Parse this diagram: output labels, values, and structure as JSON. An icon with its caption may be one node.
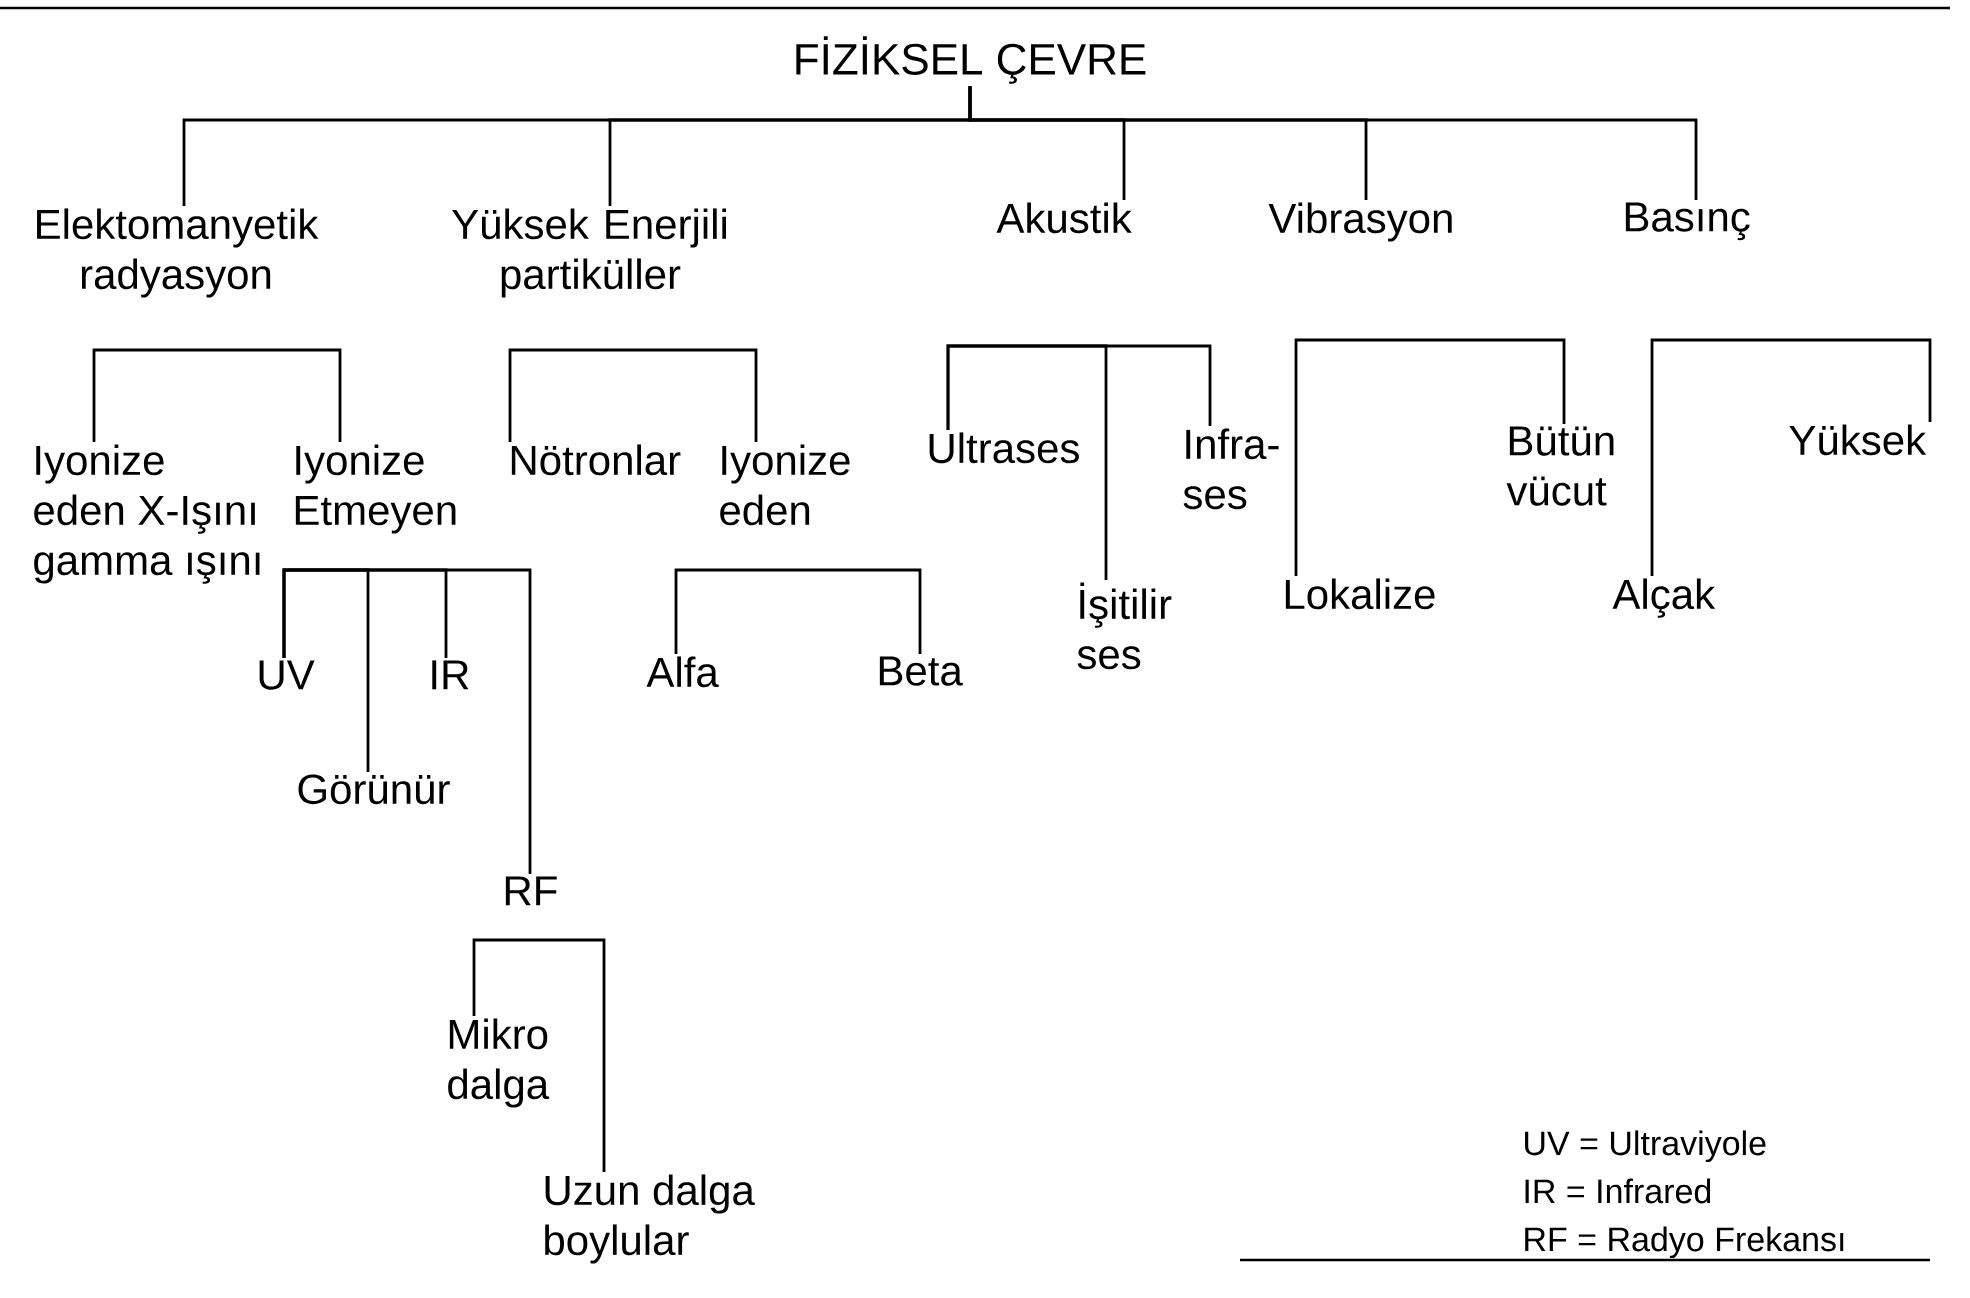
{
  "diagram": {
    "nodes": [
      {
        "text": [
          "FİZİKSEL ÇEVRE"
        ]
      },
      {
        "text": [
          "Elektomanyetik radyasyon"
        ]
      },
      {
        "text": [
          "Yüksek Enerjili partiküller"
        ]
      },
      {
        "text": [
          "Akustik"
        ]
      },
      {
        "text": [
          "Vibrasyon"
        ]
      },
      {
        "text": [
          "Basınç"
        ]
      },
      {
        "text": [
          "Iyonize eden X-Işını gamma ışını"
        ]
      },
      {
        "text": [
          "Iyonize Etmeyen"
        ]
      },
      {
        "text": [
          "Nötronlar"
        ]
      },
      {
        "text": [
          "Iyonize eden"
        ]
      },
      {
        "text": [
          "Ultrases"
        ]
      },
      {
        "text": [
          "İşitilir ses"
        ]
      },
      {
        "text": [
          "Infra-ses"
        ]
      },
      {
        "text": [
          "Bütün vücut"
        ]
      },
      {
        "text": [
          "Lokalize"
        ]
      },
      {
        "text": [
          "Yüksek"
        ]
      },
      {
        "text": [
          "Alçak"
        ]
      },
      {
        "text": [
          "UV"
        ]
      },
      {
        "text": [
          "Görünür"
        ]
      },
      {
        "text": [
          "IR"
        ]
      },
      {
        "text": [
          "RF"
        ]
      },
      {
        "text": [
          "Mikro dalga"
        ]
      },
      {
        "text": [
          "Uzun dalga boylular"
        ]
      },
      {
        "text": [
          "Alfa"
        ]
      },
      {
        "text": [
          "Beta"
        ]
      }
    ],
    "edges": [
      {
        "from": 0,
        "to": 1,
        "arrow": "none"
      },
      {
        "from": 0,
        "to": 2,
        "arrow": "none"
      },
      {
        "from": 0,
        "to": 3,
        "arrow": "none"
      },
      {
        "from": 0,
        "to": 4,
        "arrow": "none"
      },
      {
        "from": 0,
        "to": 5,
        "arrow": "none"
      },
      {
        "from": 6,
        "to": 7,
        "arrow": "none"
      },
      {
        "from": 8,
        "to": 9,
        "arrow": "none"
      },
      {
        "from": 10,
        "to": 11,
        "arrow": "none"
      },
      {
        "from": 10,
        "to": 12,
        "arrow": "none"
      },
      {
        "from": 14,
        "to": 13,
        "arrow": "none"
      },
      {
        "from": 16,
        "to": 15,
        "arrow": "none"
      },
      {
        "from": 17,
        "to": 18,
        "arrow": "none"
      },
      {
        "from": 17,
        "to": 19,
        "arrow": "none"
      },
      {
        "from": 17,
        "to": 20,
        "arrow": "none"
      },
      {
        "from": 23,
        "to": 24,
        "arrow": "none"
      },
      {
        "from": 21,
        "to": 22,
        "arrow": "none"
      }
    ],
    "labels": [
      "UV = Ultraviyole",
      "IR = Infrared",
      "RF = Radyo Frekansı"
    ]
  }
}
